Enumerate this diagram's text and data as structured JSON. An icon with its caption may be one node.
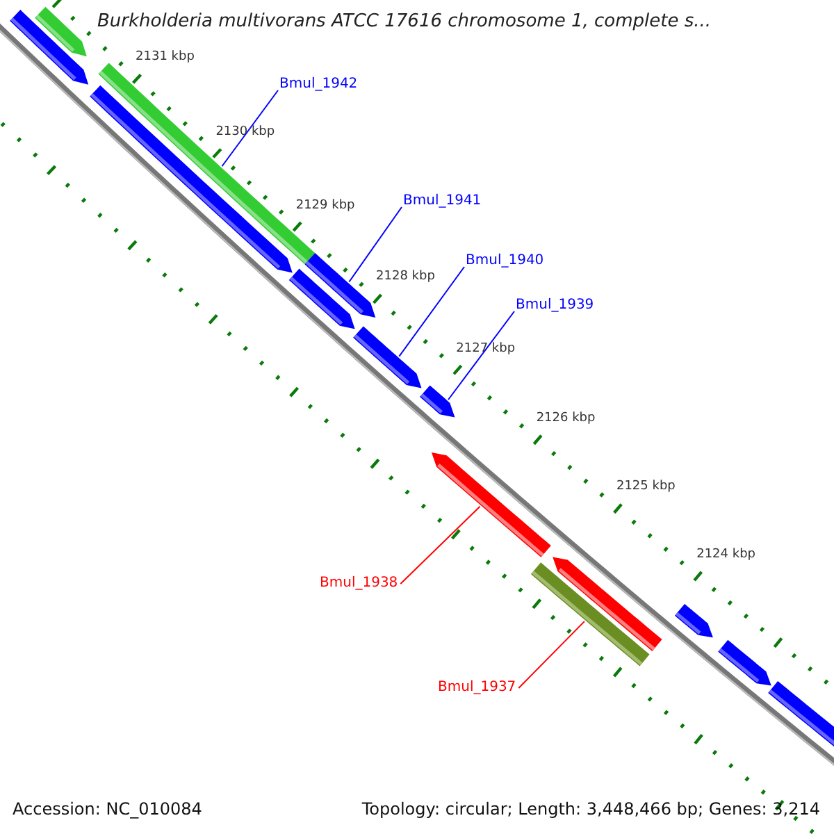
{
  "diagram": {
    "title": "Burkholderia multivorans ATCC 17616 chromosome 1, complete s...",
    "nodes": [
      {
        "text": [
          "Bmul_1942"
        ]
      },
      {
        "text": [
          "Bmul_1941"
        ]
      },
      {
        "text": [
          "Bmul_1940"
        ]
      },
      {
        "text": [
          "Bmul_1939"
        ]
      },
      {
        "text": [
          "Bmul_1938"
        ]
      },
      {
        "text": [
          "Bmul_1937"
        ]
      },
      {
        "text": [],
        "shape": "arrow"
      },
      {
        "text": [],
        "shape": "arrow"
      },
      {
        "text": [],
        "shape": "bar"
      },
      {
        "text": [],
        "shape": "arrow"
      },
      {
        "text": [],
        "shape": "arrow"
      },
      {
        "text": [],
        "shape": "arrow"
      },
      {
        "text": [],
        "shape": "arrow"
      },
      {
        "text": [],
        "shape": "arrow"
      },
      {
        "text": [],
        "shape": "arrow"
      },
      {
        "text": [],
        "shape": "bar"
      },
      {
        "text": [],
        "shape": "arrow"
      },
      {
        "text": [],
        "shape": "arrow"
      },
      {
        "text": [],
        "shape": "arrow"
      },
      {
        "text": [],
        "shape": "arrow"
      }
    ],
    "edges": [
      {
        "from": 0,
        "to": 8,
        "arrow": "none"
      },
      {
        "from": 1,
        "to": 10,
        "arrow": "none"
      },
      {
        "from": 2,
        "to": 12,
        "arrow": "none"
      },
      {
        "from": 3,
        "to": 13,
        "arrow": "none"
      },
      {
        "from": 4,
        "to": 14,
        "arrow": "none",
        "color": "#ff0000"
      },
      {
        "from": 5,
        "to": 15,
        "arrow": "none",
        "color": "#ff0000"
      }
    ],
    "labels": [
      "2131 kbp",
      "2130 kbp",
      "2129 kbp",
      "2128 kbp",
      "2127 kbp",
      "2126 kbp",
      "2125 kbp",
      "2124 kbp",
      "Accession: NC_010084",
      "Topology: circular; Length: 3,448,466 bp; Genes: 3,214"
    ]
  }
}
